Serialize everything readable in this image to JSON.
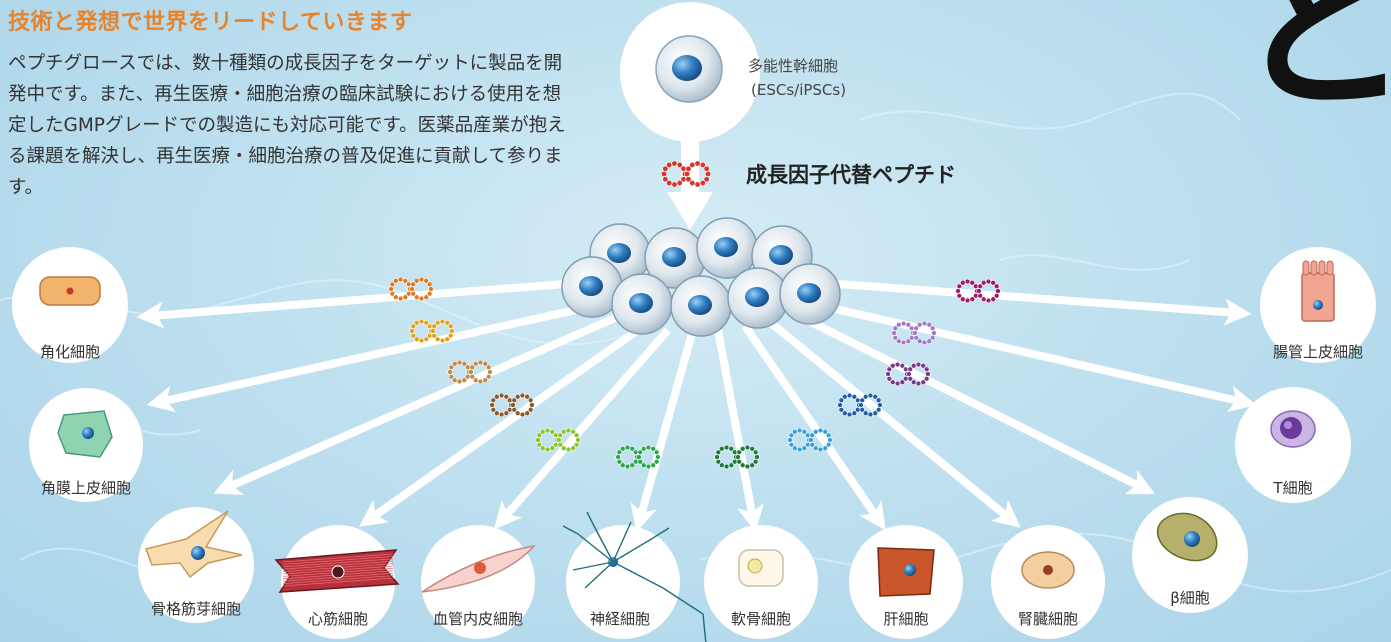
{
  "headline": "技術と発想で世界をリードしていきます",
  "body_text": "ペプチグロースでは、数十種類の成長因子をターゲットに製品を開発中です。また、再生医療・細胞治療の臨床試験における使用を想定したGMPグレードでの製造にも対応可能です。医薬品産業が抱える課題を解決し、再生医療・細胞治療の普及促進に貢献して参ります。",
  "big_char": "と",
  "stem_cell": {
    "line1": "多能性幹細胞",
    "line2": "(ESCs/iPSCs)"
  },
  "peptide_label": "成長因子代替ペプチド",
  "peptide_colors": {
    "header": "#d9332b",
    "keratinocyte": "#e07a1e",
    "corneal": "#e3a21a",
    "skeletal": "#c08a4a",
    "cardiac": "#8a5a2a",
    "endothelial": "#8ac42a",
    "neuron": "#2aa84a",
    "cartilage": "#1f7a3a",
    "hepatocyte": "#3aa0d8",
    "kidney": "#1f5fa8",
    "tcell": "#a07ac8",
    "beta": "#7a3a8a",
    "intestinal": "#a01a6a"
  },
  "target_cells": [
    {
      "id": "keratinocyte",
      "label": "角化細胞",
      "icon": "keratinocyte-icon"
    },
    {
      "id": "corneal",
      "label": "角膜上皮細胞",
      "icon": "corneal-epithelial-icon"
    },
    {
      "id": "skeletal",
      "label": "骨格筋芽細胞",
      "icon": "myoblast-icon"
    },
    {
      "id": "cardiac",
      "label": "心筋細胞",
      "icon": "cardiomyocyte-icon"
    },
    {
      "id": "endothelial",
      "label": "血管内皮細胞",
      "icon": "endothelial-icon"
    },
    {
      "id": "neuron",
      "label": "神経細胞",
      "icon": "neuron-icon"
    },
    {
      "id": "cartilage",
      "label": "軟骨細胞",
      "icon": "chondrocyte-icon"
    },
    {
      "id": "hepatocyte",
      "label": "肝細胞",
      "icon": "hepatocyte-icon"
    },
    {
      "id": "kidney",
      "label": "腎臓細胞",
      "icon": "kidney-cell-icon"
    },
    {
      "id": "beta",
      "label": "β細胞",
      "icon": "beta-cell-icon"
    },
    {
      "id": "tcell",
      "label": "T細胞",
      "icon": "t-cell-icon"
    },
    {
      "id": "intestinal",
      "label": "腸管上皮細胞",
      "icon": "intestinal-epithelial-icon"
    }
  ]
}
